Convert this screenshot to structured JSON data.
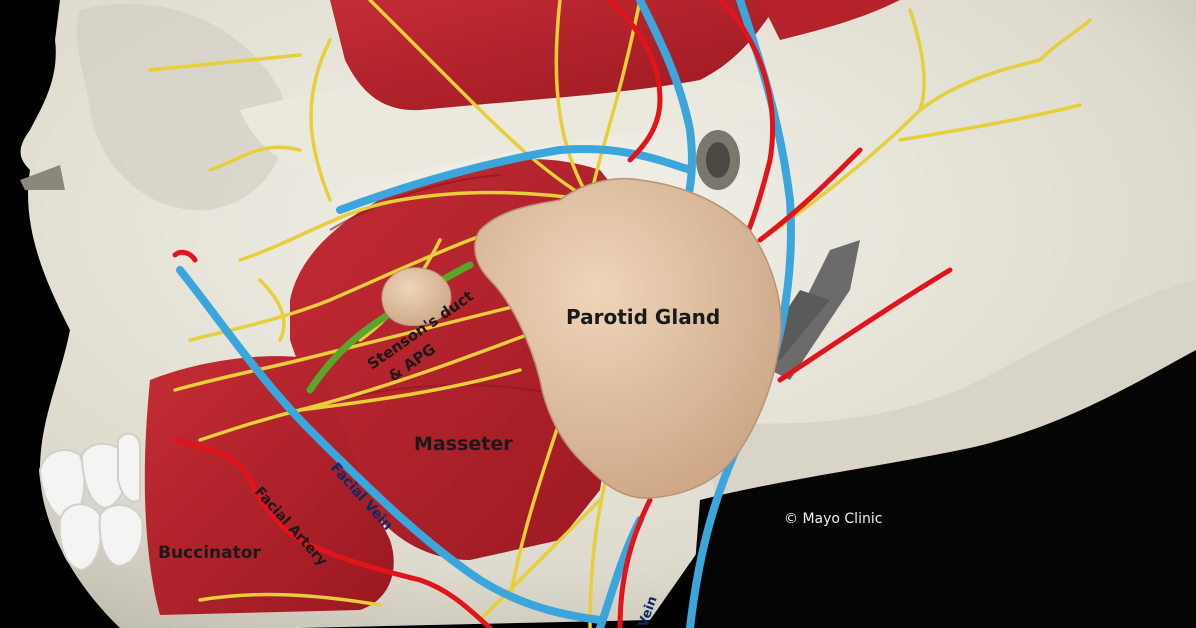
{
  "labels": {
    "parotid_gland": "Parotid Gland",
    "stensons_duct_line1": "Stenson's duct",
    "stensons_duct_line2": "& APG",
    "masseter": "Masseter",
    "facial_vein": "Facial Vein",
    "facial_artery": "Facial Artery",
    "buccinator": "Buccinator",
    "vein_bottom": "Vein"
  },
  "credit": "© Mayo Clinic",
  "colors": {
    "background": "#000000",
    "bone": "#e4e1d6",
    "muscle": "#b5222c",
    "gland": "#e3c3a3",
    "nerve": "#e6cf3a",
    "vein": "#3aa6dc",
    "artery": "#e0141a",
    "duct": "#5aa52a"
  }
}
